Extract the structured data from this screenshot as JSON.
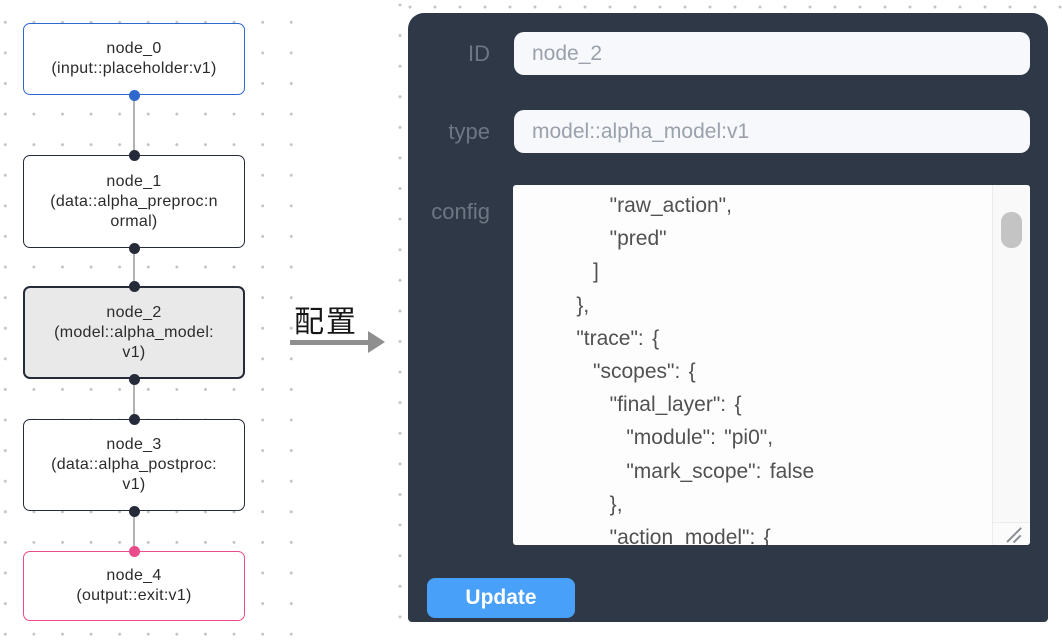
{
  "flow": {
    "nodes": [
      {
        "title": "node_0",
        "subtitle": "(input::placeholder:v1)",
        "kind": "input",
        "selected": false
      },
      {
        "title": "node_1",
        "subtitle": "(data::alpha_preproc:normal)",
        "kind": "data",
        "selected": false
      },
      {
        "title": "node_2",
        "subtitle": "(model::alpha_model:v1)",
        "kind": "model",
        "selected": true
      },
      {
        "title": "node_3",
        "subtitle": "(data::alpha_postproc:v1)",
        "kind": "data",
        "selected": false
      },
      {
        "title": "node_4",
        "subtitle": "(output::exit:v1)",
        "kind": "output",
        "selected": false
      }
    ]
  },
  "annotation": {
    "label": "配置"
  },
  "inspector": {
    "id_label": "ID",
    "id_value": "node_2",
    "type_label": "type",
    "type_value": "model::alpha_model:v1",
    "config_label": "config",
    "config_text": "        \"raw_action\",\n        \"pred\"\n      ]\n    },\n    \"trace\": {\n      \"scopes\": {\n        \"final_layer\": {\n          \"module\": \"pi0\",\n          \"mark_scope\": false\n        },\n        \"action_model\": {",
    "update_label": "Update"
  },
  "colors": {
    "panel_bg": "#2f3847",
    "input_node_accent": "#2e68cf",
    "output_node_accent": "#ea4c8b",
    "node_border": "#252b38",
    "selected_node_bg": "#e9e9e9",
    "update_button": "#49a0f8",
    "edge": "#b3b3b3",
    "dot_grid": "#c4c4c4"
  }
}
